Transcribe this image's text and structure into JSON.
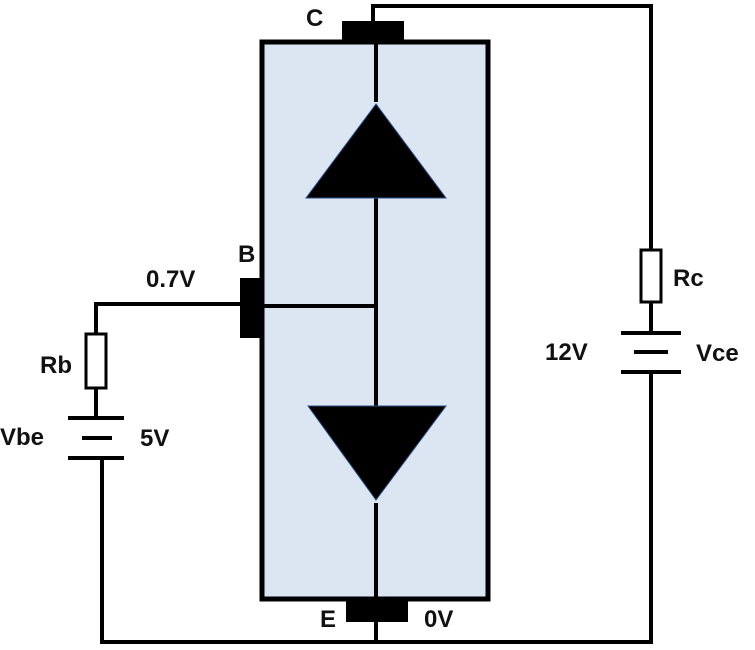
{
  "terminals": {
    "collector": "C",
    "base": "B",
    "emitter": "E"
  },
  "components": {
    "base_resistor": "Rb",
    "collector_resistor": "Rc",
    "base_source": "Vbe",
    "collector_source": "Vce"
  },
  "voltages": {
    "base_node": "0.7V",
    "base_source": "5V",
    "collector_source": "12V",
    "emitter_node": "0V"
  },
  "colors": {
    "wire": "#000000",
    "body_fill": "#dce6f2",
    "symbol": "#000000"
  }
}
